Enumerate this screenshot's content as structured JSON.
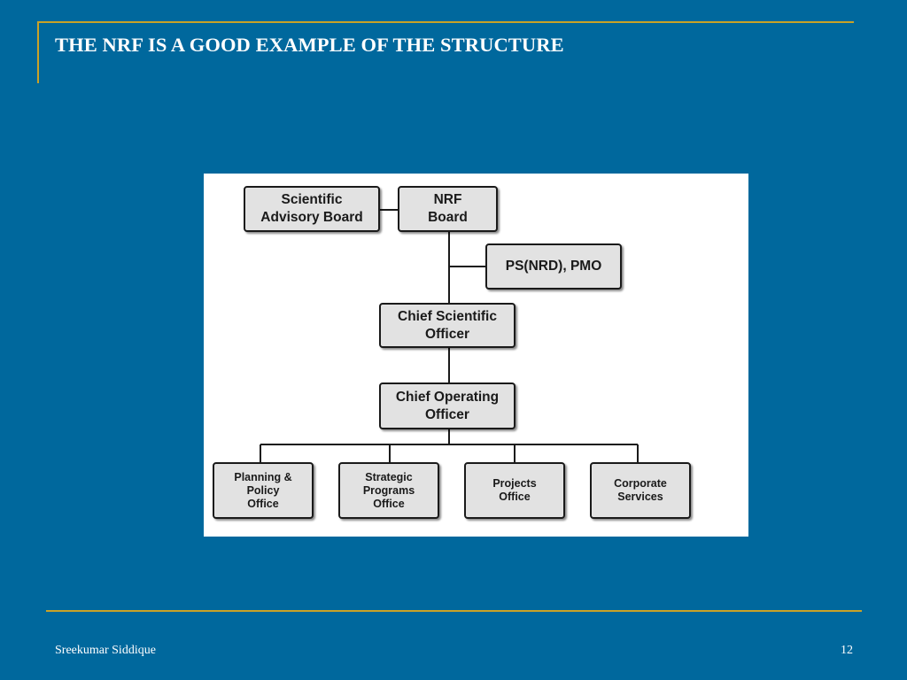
{
  "slide": {
    "title": "THE NRF IS A GOOD EXAMPLE OF THE STRUCTURE",
    "footer_author": "Sreekumar Siddique",
    "page_number": "12"
  },
  "colors": {
    "background": "#00689d",
    "accent_rule": "#c9a227",
    "box_fill": "#e2e2e2",
    "box_border": "#1a1a1a"
  },
  "org_chart": {
    "scientific_advisory_board": "Scientific\nAdvisory Board",
    "nrf_board": "NRF\nBoard",
    "ps_nrd_pmo": "PS(NRD), PMO",
    "chief_scientific_officer": "Chief Scientific\nOfficer",
    "chief_operating_officer": "Chief Operating\nOfficer",
    "planning_policy_office": "Planning &\nPolicy\nOffice",
    "strategic_programs_office": "Strategic\nPrograms\nOffice",
    "projects_office": "Projects\nOffice",
    "corporate_services": "Corporate\nServices"
  }
}
